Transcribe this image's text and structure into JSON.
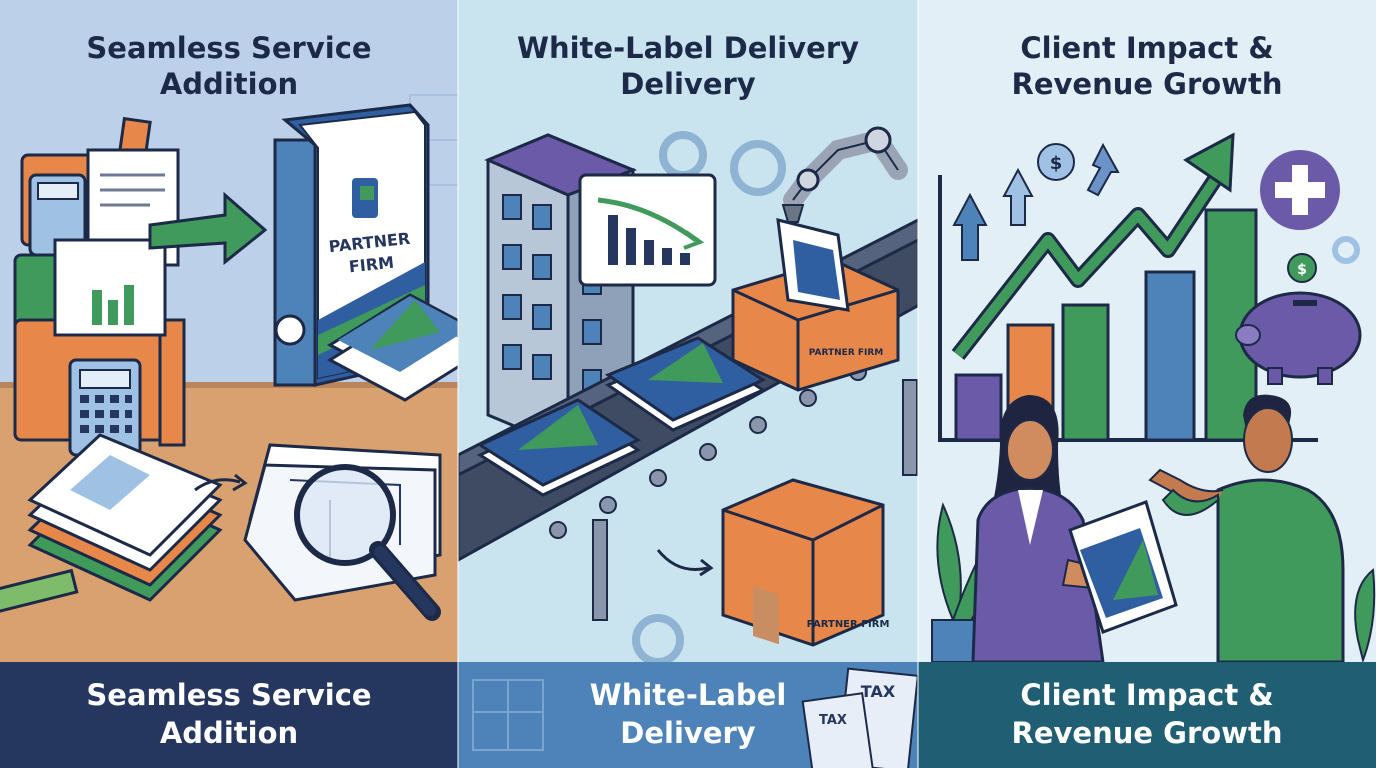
{
  "panels": [
    {
      "title_line1": "Seamless Service",
      "title_line2": "Addition",
      "footer_line1": "Seamless Service",
      "footer_line2": "Addition",
      "binder_label_line1": "PARTNER",
      "binder_label_line2": "FIRM",
      "icons": [
        "calculator-icon",
        "folder-icon",
        "document-icon",
        "binder-icon",
        "magnifier-icon",
        "blueprint-icon",
        "ruler-icon",
        "arrow-right-icon"
      ]
    },
    {
      "title_line1": "White-Label Delivery",
      "title_line2": "Delivery",
      "footer_line1": "White-Label",
      "footer_line2": "Delivery",
      "box_label_top": "PARTNER FIRM",
      "box_label_bottom": "PARTNER FIRM",
      "tax_label_1": "TAX",
      "tax_label_2": "TAX",
      "icons": [
        "building-icon",
        "chart-card-icon",
        "gear-icon",
        "robot-arm-icon",
        "conveyor-belt-icon",
        "box-icon",
        "report-stack-icon"
      ]
    },
    {
      "title_line1": "Client Impact &",
      "title_line2": "Revenue Growth",
      "footer_line1": "Client Impact &",
      "footer_line2": "Revenue Growth",
      "icons": [
        "bar-chart-icon",
        "trend-arrow-icon",
        "dollar-coin-icon",
        "plus-icon",
        "piggy-bank-icon",
        "gear-icon",
        "plant-icon",
        "woman-icon",
        "man-icon"
      ]
    }
  ],
  "colors": {
    "navy": "#25365f",
    "blue": "#4d83b8",
    "teal": "#1f5e73",
    "green": "#3f9a5c",
    "orange": "#e8874a",
    "purple": "#6a5aa8"
  }
}
